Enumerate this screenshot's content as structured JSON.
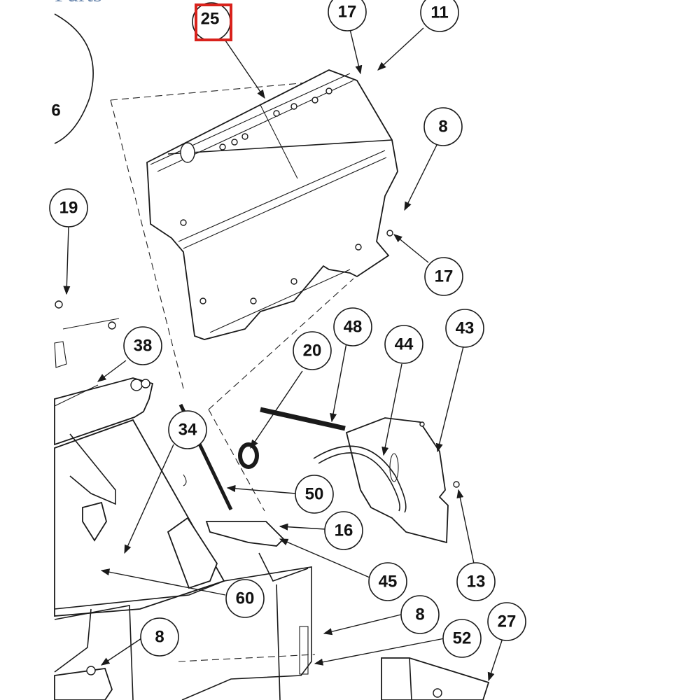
{
  "header": {
    "partial_text": "Parts"
  },
  "left_circle_label": "6",
  "highlight_color": "#d9221c",
  "callouts": [
    {
      "id": "c25",
      "label": "25",
      "highlighted": true
    },
    {
      "id": "c17a",
      "label": "17"
    },
    {
      "id": "c11",
      "label": "11"
    },
    {
      "id": "c8a",
      "label": "8"
    },
    {
      "id": "c17b",
      "label": "17"
    },
    {
      "id": "c19",
      "label": "19"
    },
    {
      "id": "c38",
      "label": "38"
    },
    {
      "id": "c20",
      "label": "20"
    },
    {
      "id": "c48",
      "label": "48"
    },
    {
      "id": "c44",
      "label": "44"
    },
    {
      "id": "c43",
      "label": "43"
    },
    {
      "id": "c34",
      "label": "34"
    },
    {
      "id": "c50",
      "label": "50"
    },
    {
      "id": "c16",
      "label": "16"
    },
    {
      "id": "c45",
      "label": "45"
    },
    {
      "id": "c13",
      "label": "13"
    },
    {
      "id": "c60",
      "label": "60"
    },
    {
      "id": "c8b",
      "label": "8"
    },
    {
      "id": "c27",
      "label": "27"
    },
    {
      "id": "c8c",
      "label": "8"
    },
    {
      "id": "c52",
      "label": "52"
    }
  ]
}
